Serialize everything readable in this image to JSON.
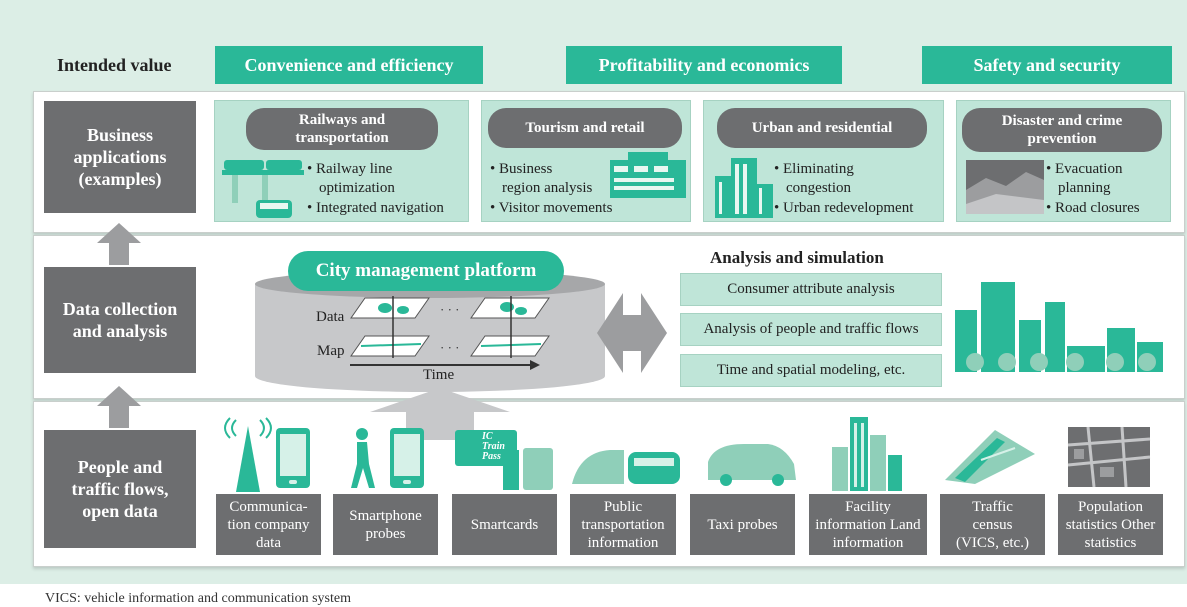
{
  "header": {
    "intended_value_label": "Intended value",
    "values": [
      "Convenience and efficiency",
      "Profitability and economics",
      "Safety and security"
    ]
  },
  "rows": {
    "business": "Business applications (examples)",
    "data": "Data collection and analysis",
    "people": "People and traffic flows, open data"
  },
  "applications": [
    {
      "title": "Railways and transportation",
      "bullets": [
        "• Railway line",
        "optimization",
        "• Integrated navigation"
      ]
    },
    {
      "title": "Tourism and retail",
      "bullets": [
        "• Business",
        "region analysis",
        "• Visitor movements"
      ]
    },
    {
      "title": "Urban and residential",
      "bullets": [
        "• Eliminating",
        "congestion",
        "• Urban redevelopment"
      ]
    },
    {
      "title": "Disaster and crime prevention",
      "bullets": [
        "• Evacuation",
        "planning",
        "• Road closures"
      ]
    }
  ],
  "platform": {
    "title": "City management platform",
    "data_label": "Data",
    "map_label": "Map",
    "time_label": "Time",
    "ellipsis": "· · ·"
  },
  "analysis": {
    "title": "Analysis and simulation",
    "items": [
      "Consumer attribute analysis",
      "Analysis of people and traffic flows",
      "Time and spatial modeling, etc."
    ]
  },
  "sources": [
    "Communica-tion company data",
    "Smartphone probes",
    "Smartcards",
    "Public transportation information",
    "Taxi probes",
    "Facility information Land information",
    "Traffic census (VICS, etc.)",
    "Population statistics Other statistics"
  ],
  "smartcard_text": "IC Train Pass",
  "footnote": "VICS: vehicle information and communication system",
  "colors": {
    "accent": "#2ab898",
    "gray": "#6d6e70",
    "light_green": "#bfe5d8",
    "background": "#dceee6"
  }
}
